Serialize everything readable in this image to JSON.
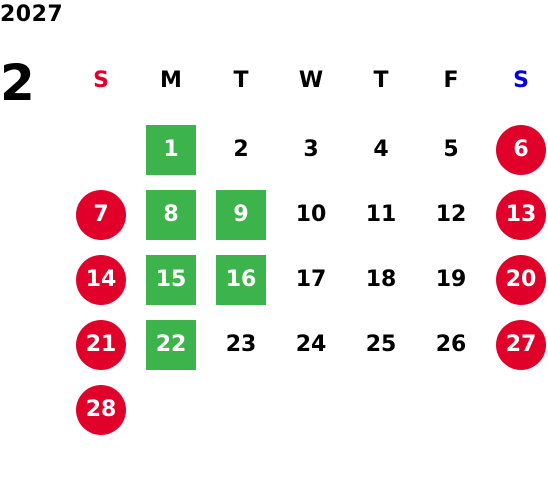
{
  "calendar": {
    "year": "2027",
    "month": "2",
    "weekdays": [
      {
        "label": "S",
        "color": "#e0002a"
      },
      {
        "label": "M",
        "color": "#000000"
      },
      {
        "label": "T",
        "color": "#000000"
      },
      {
        "label": "W",
        "color": "#000000"
      },
      {
        "label": "T",
        "color": "#000000"
      },
      {
        "label": "F",
        "color": "#000000"
      },
      {
        "label": "S",
        "color": "#0000e0"
      }
    ],
    "colors": {
      "holiday": "#e0002a",
      "highlight": "#3cb44b",
      "text": "#000000"
    },
    "weeks": [
      [
        null,
        {
          "day": "1",
          "style": "highlight"
        },
        {
          "day": "2",
          "style": "normal"
        },
        {
          "day": "3",
          "style": "normal"
        },
        {
          "day": "4",
          "style": "normal"
        },
        {
          "day": "5",
          "style": "normal"
        },
        {
          "day": "6",
          "style": "holiday"
        }
      ],
      [
        {
          "day": "7",
          "style": "holiday"
        },
        {
          "day": "8",
          "style": "highlight"
        },
        {
          "day": "9",
          "style": "highlight"
        },
        {
          "day": "10",
          "style": "normal"
        },
        {
          "day": "11",
          "style": "normal"
        },
        {
          "day": "12",
          "style": "normal"
        },
        {
          "day": "13",
          "style": "holiday"
        }
      ],
      [
        {
          "day": "14",
          "style": "holiday"
        },
        {
          "day": "15",
          "style": "highlight"
        },
        {
          "day": "16",
          "style": "highlight"
        },
        {
          "day": "17",
          "style": "normal"
        },
        {
          "day": "18",
          "style": "normal"
        },
        {
          "day": "19",
          "style": "normal"
        },
        {
          "day": "20",
          "style": "holiday"
        }
      ],
      [
        {
          "day": "21",
          "style": "holiday"
        },
        {
          "day": "22",
          "style": "highlight"
        },
        {
          "day": "23",
          "style": "normal"
        },
        {
          "day": "24",
          "style": "normal"
        },
        {
          "day": "25",
          "style": "normal"
        },
        {
          "day": "26",
          "style": "normal"
        },
        {
          "day": "27",
          "style": "holiday"
        }
      ],
      [
        {
          "day": "28",
          "style": "holiday"
        },
        null,
        null,
        null,
        null,
        null,
        null
      ]
    ]
  }
}
